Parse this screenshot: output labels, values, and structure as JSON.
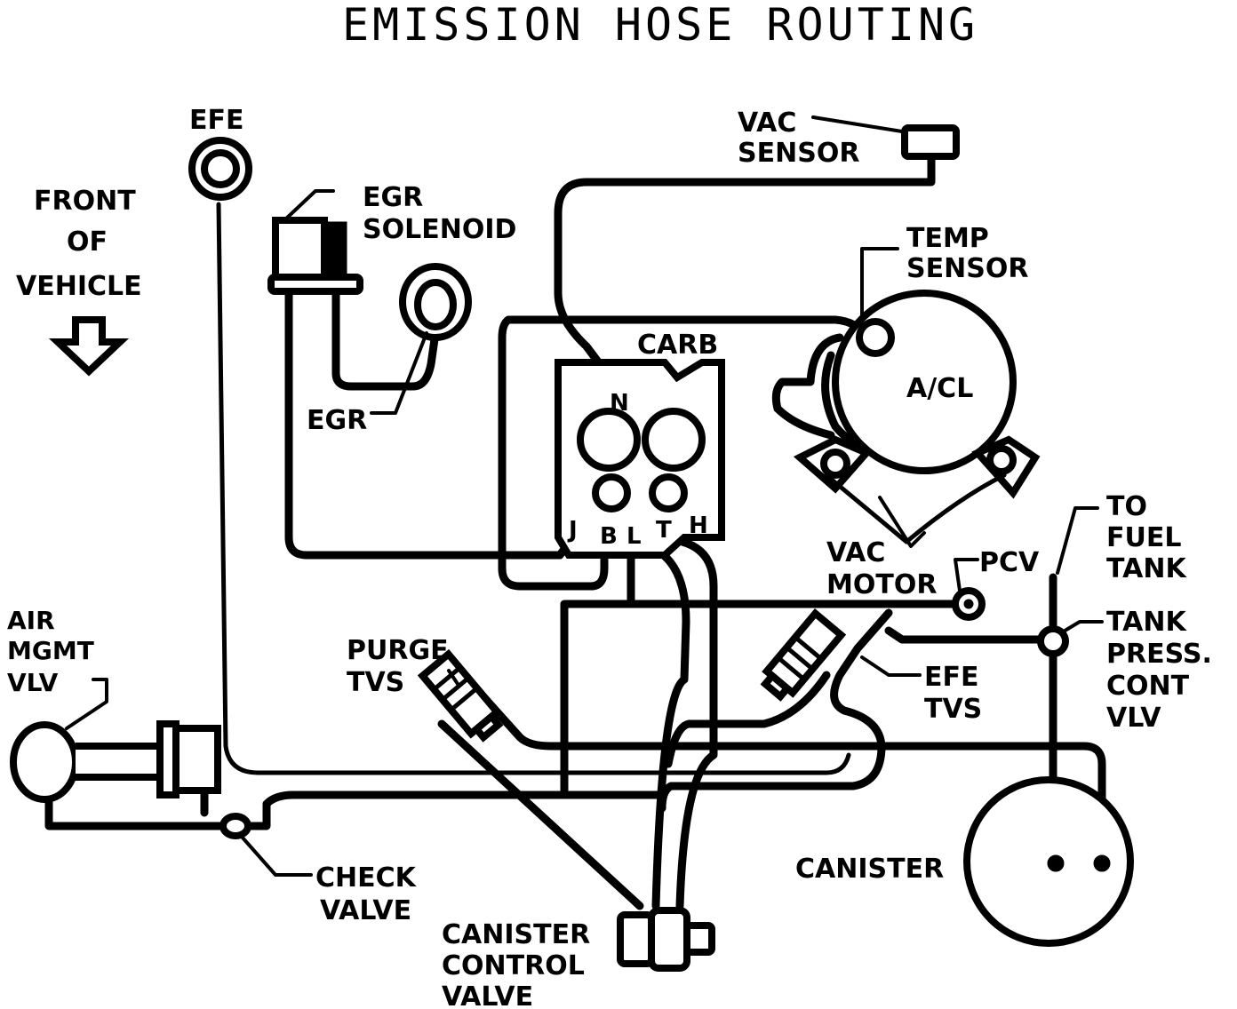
{
  "title": "EMISSION HOSE ROUTING",
  "labels": {
    "efe": "EFE",
    "front": [
      "FRONT",
      "OF",
      "VEHICLE"
    ],
    "egr_solenoid": [
      "EGR",
      "SOLENOID"
    ],
    "vac_sensor": [
      "VAC",
      "SENSOR"
    ],
    "temp_sensor": [
      "TEMP",
      "SENSOR"
    ],
    "carb": "CARB",
    "acl": "A/CL",
    "egr": "EGR",
    "port_n": "N",
    "port_j": "J",
    "port_b": "B",
    "port_l": "L",
    "port_t": "T",
    "port_h": "H",
    "vac_motor": [
      "VAC",
      "MOTOR"
    ],
    "pcv": "PCV",
    "to_fuel_tank": [
      "TO",
      "FUEL",
      "TANK"
    ],
    "tank_press": [
      "TANK",
      "PRESS.",
      "CONT",
      "VLV"
    ],
    "air_mgmt": [
      "AIR",
      "MGMT",
      "VLV"
    ],
    "purge_tvs": [
      "PURGE",
      "TVS"
    ],
    "efe_tvs": [
      "EFE",
      "TVS"
    ],
    "canister": "CANISTER",
    "check_valve": [
      "CHECK",
      "VALVE"
    ],
    "canister_control": [
      "CANISTER",
      "CONTROL",
      "VALVE"
    ]
  }
}
